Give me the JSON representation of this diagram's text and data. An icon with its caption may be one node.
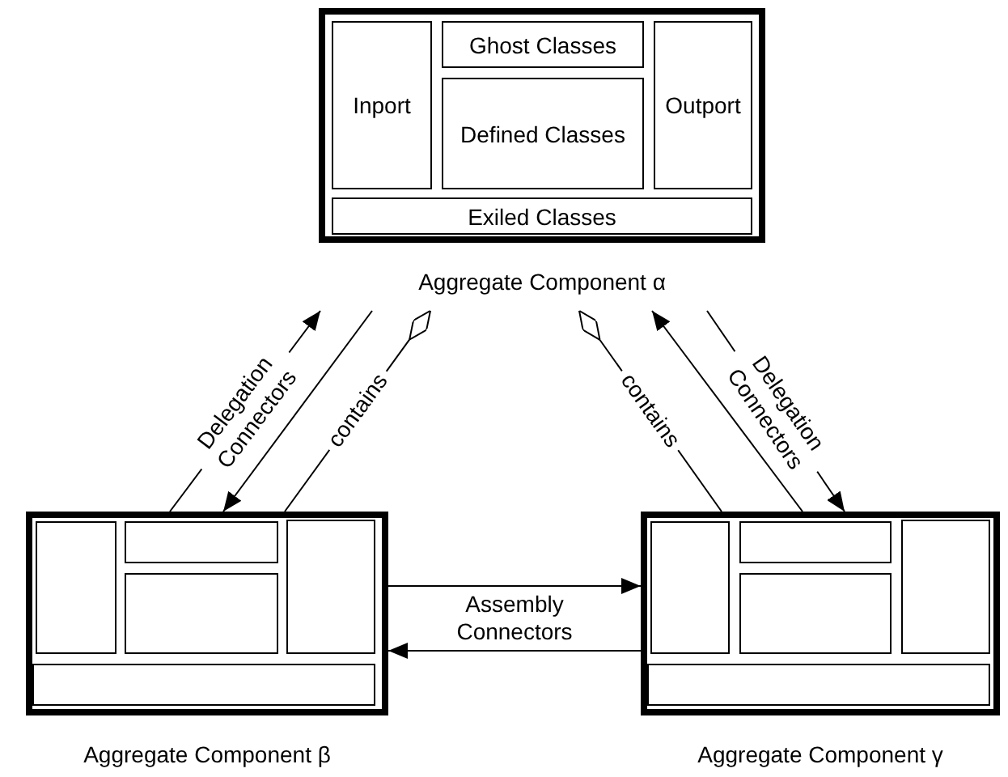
{
  "diagram": {
    "nodes": [
      {
        "text": [
          "Aggregate Component α"
        ]
      },
      {
        "text": [
          "Inport"
        ],
        "in": 0
      },
      {
        "text": [
          "Ghost Classes"
        ],
        "in": 0
      },
      {
        "text": [
          "Defined Classes"
        ],
        "in": 0
      },
      {
        "text": [
          "Outport"
        ],
        "in": 0
      },
      {
        "text": [
          "Exiled Classes"
        ],
        "in": 0
      },
      {
        "text": [
          "Aggregate Component β"
        ]
      },
      {
        "text": [],
        "shape": "box",
        "in": 6
      },
      {
        "text": [],
        "shape": "box",
        "in": 6
      },
      {
        "text": [],
        "shape": "box",
        "in": 6
      },
      {
        "text": [],
        "shape": "box",
        "in": 6
      },
      {
        "text": [],
        "shape": "box",
        "in": 6
      },
      {
        "text": [
          "Aggregate Component γ"
        ]
      },
      {
        "text": [],
        "shape": "box",
        "in": 12
      },
      {
        "text": [],
        "shape": "box",
        "in": 12
      },
      {
        "text": [],
        "shape": "box",
        "in": 12
      },
      {
        "text": [],
        "shape": "box",
        "in": 12
      },
      {
        "text": [],
        "shape": "box",
        "in": 12
      }
    ],
    "edges": [
      {
        "from": 6,
        "to": 0,
        "arrow": "to",
        "label": "Delegation Connectors"
      },
      {
        "from": 0,
        "to": 6,
        "arrow": "to"
      },
      {
        "from": 6,
        "to": 0,
        "arrow": "other",
        "label": "contains"
      },
      {
        "from": 12,
        "to": 0,
        "arrow": "other",
        "label": "contains"
      },
      {
        "from": 12,
        "to": 0,
        "arrow": "to"
      },
      {
        "from": 0,
        "to": 12,
        "arrow": "to",
        "label": "Delegation Connectors"
      },
      {
        "from": 6,
        "to": 12,
        "arrow": "to",
        "label": "Assembly Connectors"
      },
      {
        "from": 12,
        "to": 6,
        "arrow": "to"
      }
    ]
  }
}
